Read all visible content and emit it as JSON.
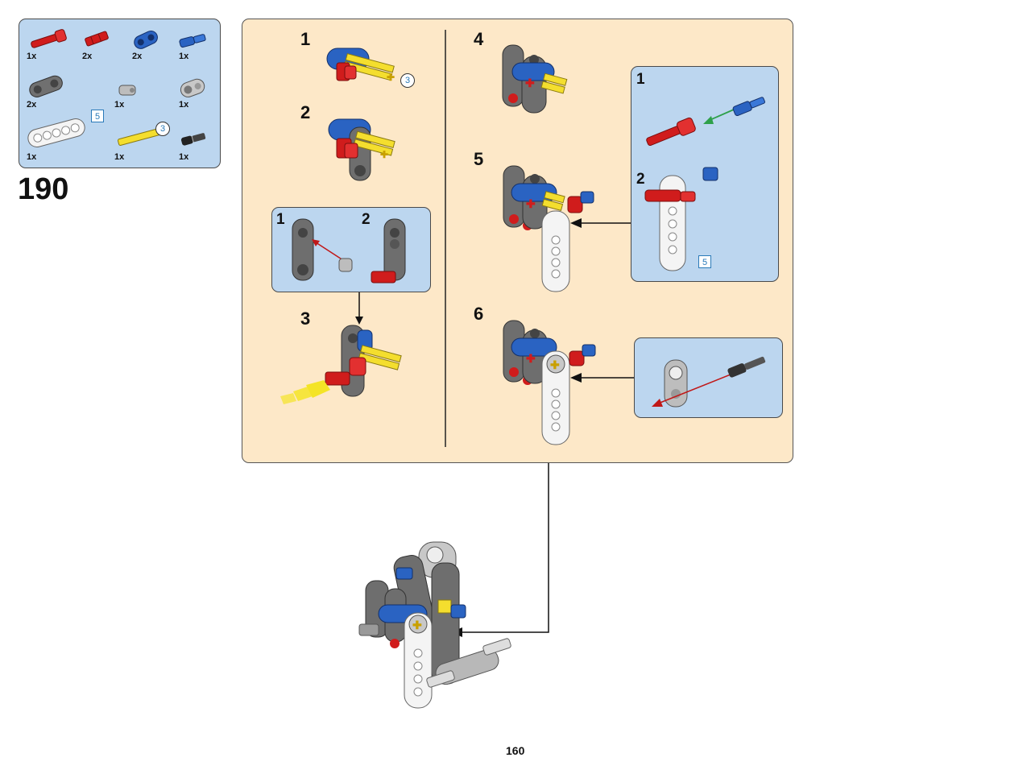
{
  "build_number": "190",
  "page_number": "160",
  "parts_list": [
    {
      "qty": "1x",
      "icon": "red-axle-pin-icon"
    },
    {
      "qty": "2x",
      "icon": "red-axle-connector-icon"
    },
    {
      "qty": "2x",
      "icon": "blue-beam-icon"
    },
    {
      "qty": "1x",
      "icon": "blue-pin-icon"
    },
    {
      "qty": "2x",
      "icon": "gray-connector-icon"
    },
    {
      "qty": "1x",
      "icon": "gray-bush-icon"
    },
    {
      "qty": "1x",
      "icon": "gray-axle-connector-icon"
    },
    {
      "qty": "1x",
      "icon": "white-beam-icon",
      "length": "5"
    },
    {
      "qty": "1x",
      "icon": "yellow-axle-icon",
      "length": "3"
    },
    {
      "qty": "1x",
      "icon": "black-pin-icon"
    }
  ],
  "steps": [
    {
      "label": "1",
      "callout_length": "3"
    },
    {
      "label": "2"
    },
    {
      "label": "3"
    },
    {
      "label": "4"
    },
    {
      "label": "5"
    },
    {
      "label": "6"
    }
  ],
  "sub_steps_left": [
    "1",
    "2"
  ],
  "sub_steps_right": [
    "1",
    "2"
  ],
  "sub_step_right_length": "5",
  "colors": {
    "panel_main": "#fde8c8",
    "panel_blue": "#bcd6ef",
    "red": "#d01c1c",
    "blue": "#2a63c2",
    "yellow": "#f4de2e",
    "gray": "#6e6e6e",
    "white": "#f4f4f4"
  }
}
